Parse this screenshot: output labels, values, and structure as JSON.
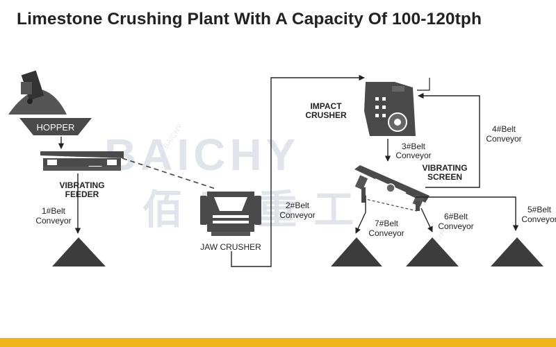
{
  "title": "Limestone Crushing Plant With A Capacity Of 100-120tph",
  "watermark": {
    "latin": "BAICHY",
    "cjk": "佰 旺 重 工",
    "corner_marks": "BAICHY"
  },
  "colors": {
    "accent_bar": "#f0b619",
    "machine": "#4a4a4a",
    "pile": "#3c3c3c",
    "watermark": "#e1e4ea"
  },
  "equipment": {
    "hopper": "HOPPER",
    "vibrating_feeder": [
      "VIBRATING",
      "FEEDER"
    ],
    "jaw_crusher": "JAW CRUSHER",
    "impact_crusher": [
      "IMPACT",
      "CRUSHER"
    ],
    "vibrating_screen": [
      "VIBRATING",
      "SCREEN"
    ]
  },
  "conveyors": {
    "c1": [
      "1#Belt",
      "Conveyor"
    ],
    "c2": [
      "2#Belt",
      "Conveyor"
    ],
    "c3": [
      "3#Belt",
      "Conveyor"
    ],
    "c4": [
      "4#Belt",
      "Conveyor"
    ],
    "c5": [
      "5#Belt",
      "Conveyor"
    ],
    "c6": [
      "6#Belt",
      "Conveyor"
    ],
    "c7": [
      "7#Belt",
      "Conveyor"
    ]
  }
}
